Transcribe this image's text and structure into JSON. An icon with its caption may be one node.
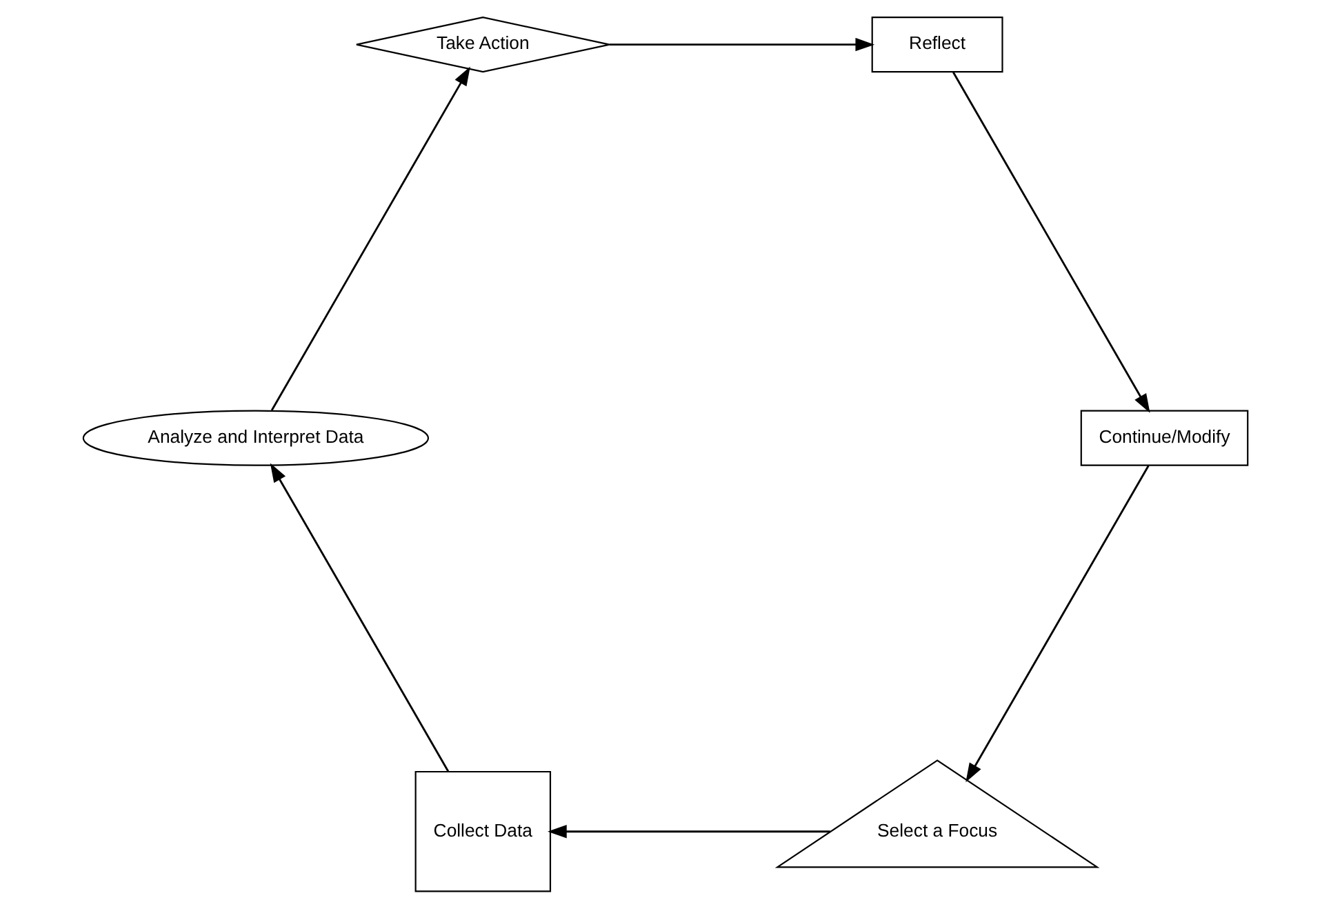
{
  "diagram": {
    "nodes": [
      {
        "text": [
          "Select a Focus"
        ]
      },
      {
        "text": [
          "Collect Data"
        ]
      },
      {
        "text": [
          "Analyze and Interpret Data"
        ]
      },
      {
        "text": [
          "Take Action"
        ]
      },
      {
        "text": [
          "Reflect"
        ]
      },
      {
        "text": [
          "Continue/Modify"
        ]
      }
    ],
    "edges": [
      {
        "from": 0,
        "to": 1,
        "arrow": "to"
      },
      {
        "from": 1,
        "to": 2,
        "arrow": "to"
      },
      {
        "from": 2,
        "to": 3,
        "arrow": "to"
      },
      {
        "from": 3,
        "to": 4,
        "arrow": "to"
      },
      {
        "from": 4,
        "to": 5,
        "arrow": "to"
      },
      {
        "from": 5,
        "to": 0,
        "arrow": "to"
      }
    ]
  }
}
